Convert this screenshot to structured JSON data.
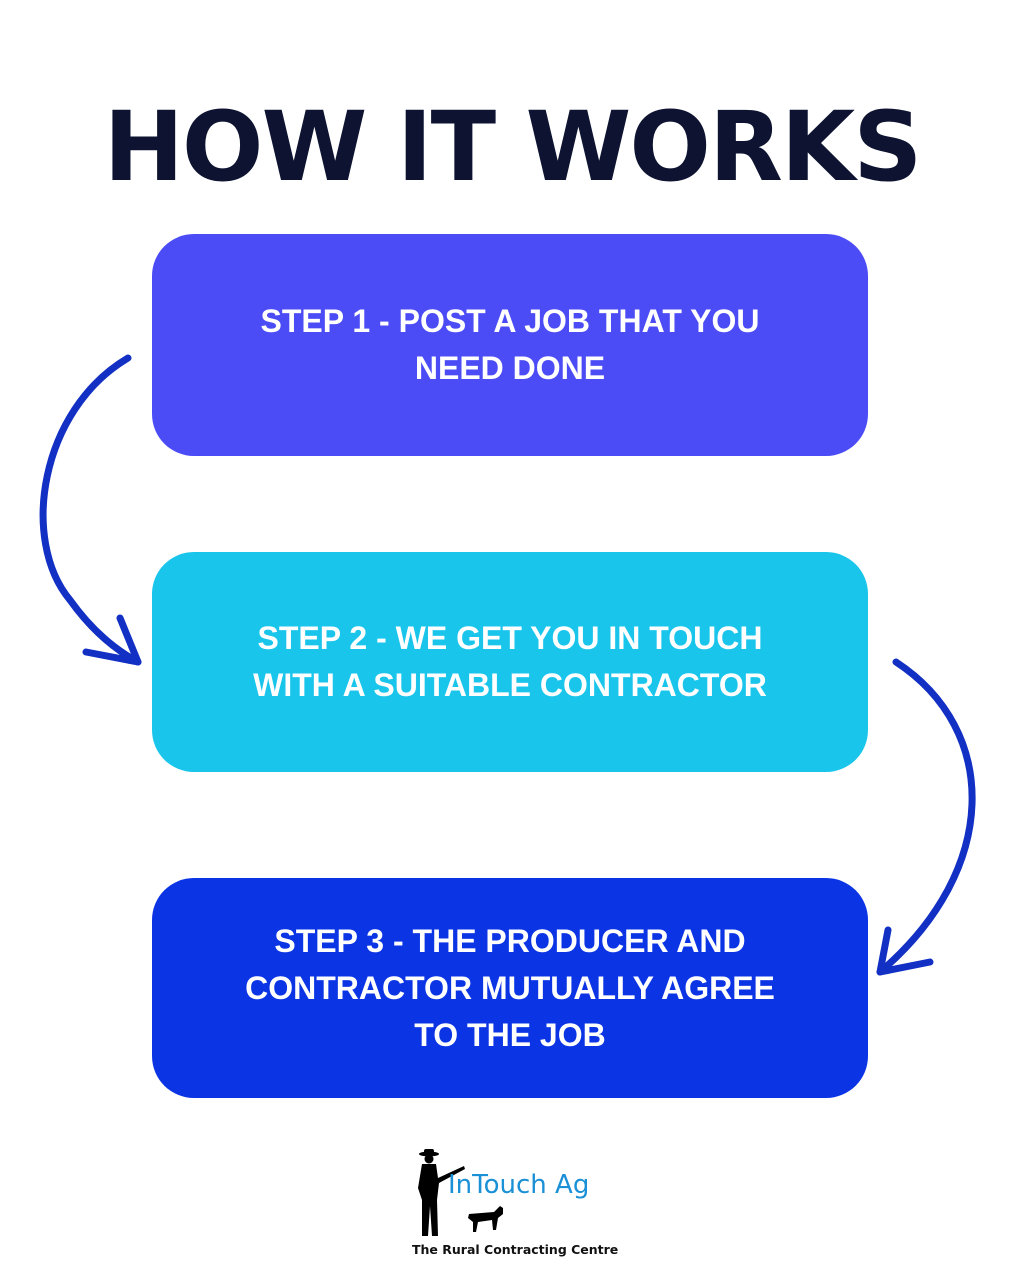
{
  "title": "HOW IT WORKS",
  "steps": [
    {
      "text": "STEP 1 - POST A JOB THAT YOU NEED DONE",
      "color": "#4c4cf6"
    },
    {
      "text": "STEP 2 - WE GET YOU IN TOUCH WITH A SUITABLE CONTRACTOR",
      "color": "#1ac5ec"
    },
    {
      "text": "STEP 3 - THE PRODUCER AND CONTRACTOR MUTUALLY AGREE TO THE JOB",
      "color": "#0b35e4"
    }
  ],
  "arrow_color": "#1330c4",
  "title_color": "#0d1330",
  "logo": {
    "name": "InTouch Ag",
    "tagline": "The Rural Contracting Centre",
    "icon": "farmer-and-dog-icon",
    "name_color": "#1a90d6"
  }
}
